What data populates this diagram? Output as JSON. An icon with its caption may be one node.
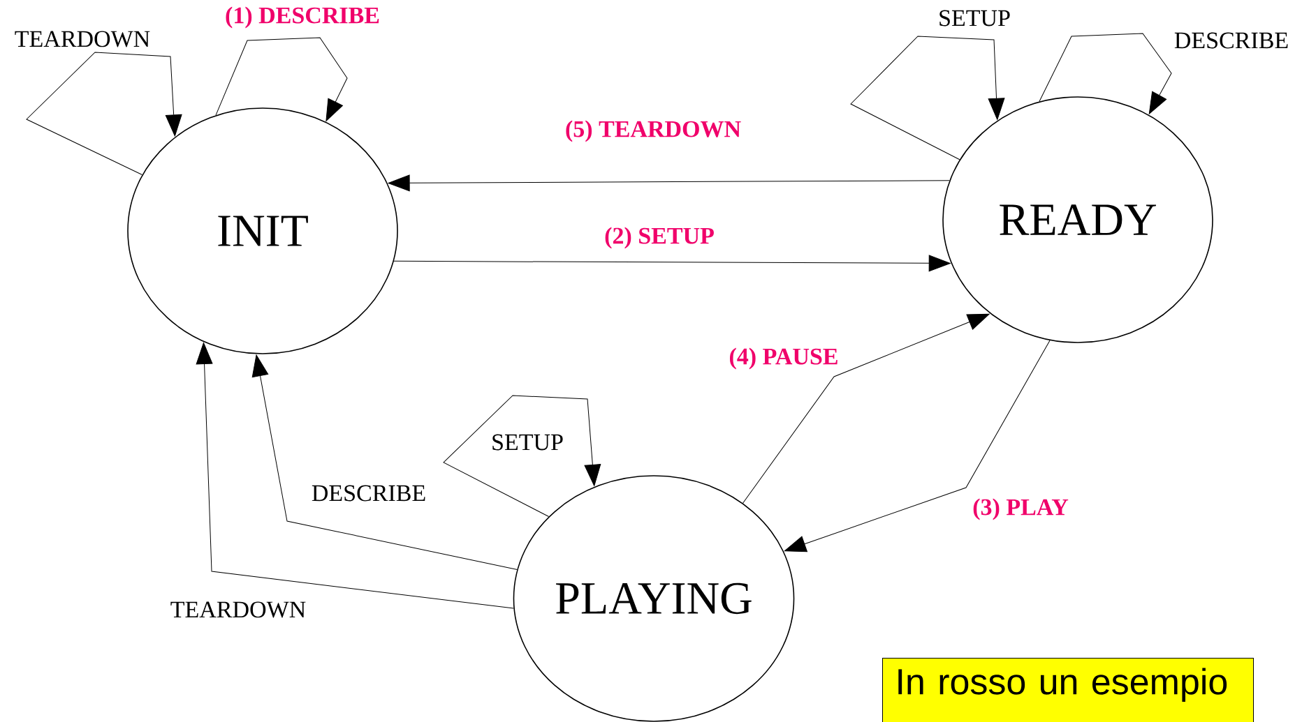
{
  "diagram": {
    "nodes": [
      {
        "text": [
          "INIT"
        ]
      },
      {
        "text": [
          "READY"
        ]
      },
      {
        "text": [
          "PLAYING"
        ]
      },
      {
        "text": [
          "In rosso un esempio"
        ]
      }
    ],
    "edges": [
      {
        "from": 0,
        "to": 0,
        "arrow": "to",
        "label": "TEARDOWN"
      },
      {
        "from": 0,
        "to": 0,
        "arrow": "to",
        "label": "(1) DESCRIBE"
      },
      {
        "from": 1,
        "to": 0,
        "arrow": "to",
        "label": "(5) TEARDOWN"
      },
      {
        "from": 0,
        "to": 1,
        "arrow": "to",
        "label": "(2) SETUP"
      },
      {
        "from": 1,
        "to": 1,
        "arrow": "to",
        "label": "SETUP"
      },
      {
        "from": 1,
        "to": 1,
        "arrow": "to",
        "label": "DESCRIBE"
      },
      {
        "from": 1,
        "to": 2,
        "arrow": "to",
        "label": "(3) PLAY"
      },
      {
        "from": 2,
        "to": 1,
        "arrow": "to",
        "label": "(4) PAUSE"
      },
      {
        "from": 2,
        "to": 2,
        "arrow": "to",
        "label": "SETUP"
      },
      {
        "from": 2,
        "to": 0,
        "arrow": "to",
        "label": "DESCRIBE"
      },
      {
        "from": 2,
        "to": 0,
        "arrow": "to",
        "label": "TEARDOWN"
      }
    ]
  }
}
